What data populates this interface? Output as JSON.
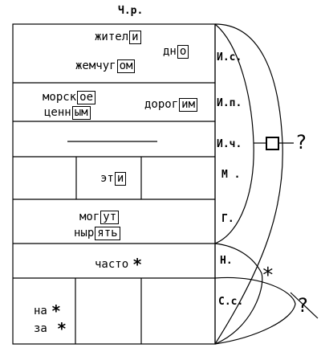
{
  "header": "Ч.р.",
  "rows": {
    "is": {
      "label": "И.с.",
      "words": [
        {
          "stem": "жител",
          "ending": "и"
        },
        {
          "stem": "дн",
          "ending": "о"
        },
        {
          "stem": "жемчуг",
          "ending": "ом"
        }
      ]
    },
    "ip": {
      "label": "И.п.",
      "words": [
        {
          "stem": "морск",
          "ending": "ое"
        },
        {
          "stem": "ценн",
          "ending": "ым"
        },
        {
          "stem": "дорог",
          "ending": "им"
        }
      ]
    },
    "ich": {
      "label": "И.ч."
    },
    "m": {
      "label": "М .",
      "words": [
        {
          "stem": "эт",
          "ending": "и"
        }
      ]
    },
    "g": {
      "label": "Г.",
      "words": [
        {
          "stem": "мог",
          "ending": "ут"
        },
        {
          "stem": "ныр",
          "ending": "ять"
        }
      ]
    },
    "n": {
      "label": "Н.",
      "word": "часто",
      "star": "*"
    },
    "ss": {
      "label": "С.с.",
      "words": [
        "на",
        "за"
      ],
      "star": "*"
    }
  },
  "right_marks": {
    "square": "□",
    "question": "?",
    "crossed_question": "?",
    "star": "*"
  }
}
